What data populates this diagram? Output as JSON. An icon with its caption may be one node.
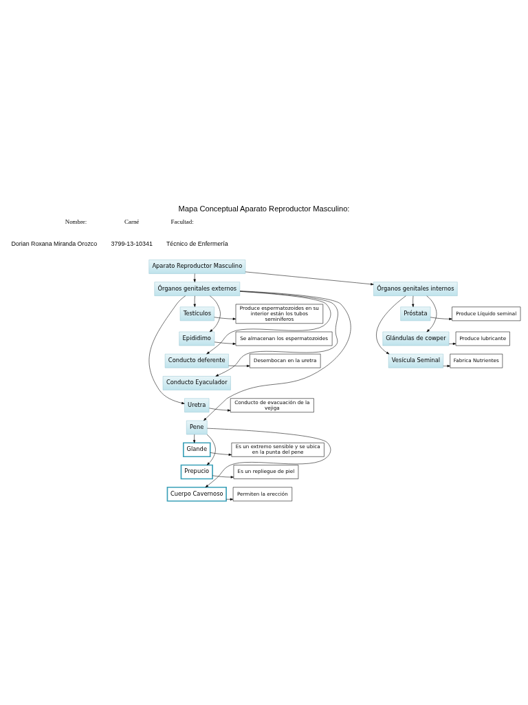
{
  "diagram": {
    "title": "Mapa Conceptual Aparato Reproductor Masculino:",
    "nodes": [
      {
        "text": [
          "Aparato Reproductor Masculino"
        ]
      },
      {
        "text": [
          "Órganos genitales externos"
        ]
      },
      {
        "text": [
          "Órganos genitales internos"
        ]
      },
      {
        "text": [
          "Testículos"
        ]
      },
      {
        "text": [
          "Produce espermatozoides en su interior están los tubos seminíferos"
        ]
      },
      {
        "text": [
          "Epididimo"
        ]
      },
      {
        "text": [
          "Se almacenan los espermatozoides"
        ]
      },
      {
        "text": [
          "Conducto deferente"
        ]
      },
      {
        "text": [
          "Desembocan en la uretra"
        ]
      },
      {
        "text": [
          "Conducto Eyaculador"
        ]
      },
      {
        "text": [
          "Uretra"
        ]
      },
      {
        "text": [
          "Conducto de evacuación de la vejiga"
        ]
      },
      {
        "text": [
          "Pene"
        ]
      },
      {
        "text": [
          "Glande"
        ]
      },
      {
        "text": [
          "Es un extremo sensible y se ubica en la punta del pene"
        ]
      },
      {
        "text": [
          "Prepucio"
        ]
      },
      {
        "text": [
          "Es un repliegue de piel"
        ]
      },
      {
        "text": [
          "Cuerpo Cavernoso"
        ]
      },
      {
        "text": [
          "Permiten la erección"
        ]
      },
      {
        "text": [
          "Próstata"
        ]
      },
      {
        "text": [
          "Produce Líquido seminal"
        ]
      },
      {
        "text": [
          "Glándulas de cowper"
        ]
      },
      {
        "text": [
          "Produce lubricante"
        ]
      },
      {
        "text": [
          "Vesícula Seminal"
        ]
      },
      {
        "text": [
          "Fabrica Nutrientes"
        ]
      }
    ],
    "edges": [
      {
        "from": 0,
        "to": 1,
        "arrow": "to"
      },
      {
        "from": 0,
        "to": 2,
        "arrow": "to"
      },
      {
        "from": 1,
        "to": 3,
        "arrow": "to"
      },
      {
        "from": 3,
        "to": 4,
        "arrow": "to"
      },
      {
        "from": 1,
        "to": 5,
        "arrow": "to"
      },
      {
        "from": 5,
        "to": 6,
        "arrow": "to"
      },
      {
        "from": 1,
        "to": 7,
        "arrow": "to"
      },
      {
        "from": 7,
        "to": 8,
        "arrow": "to"
      },
      {
        "from": 1,
        "to": 9,
        "arrow": "to"
      },
      {
        "from": 1,
        "to": 10,
        "arrow": "to"
      },
      {
        "from": 10,
        "to": 11,
        "arrow": "to"
      },
      {
        "from": 1,
        "to": 12,
        "arrow": "to"
      },
      {
        "from": 12,
        "to": 13,
        "arrow": "to"
      },
      {
        "from": 13,
        "to": 14,
        "arrow": "to"
      },
      {
        "from": 12,
        "to": 15,
        "arrow": "to"
      },
      {
        "from": 15,
        "to": 16,
        "arrow": "to"
      },
      {
        "from": 12,
        "to": 17,
        "arrow": "to"
      },
      {
        "from": 17,
        "to": 18,
        "arrow": "to"
      },
      {
        "from": 2,
        "to": 19,
        "arrow": "to"
      },
      {
        "from": 19,
        "to": 20,
        "arrow": "to"
      },
      {
        "from": 2,
        "to": 21,
        "arrow": "to"
      },
      {
        "from": 21,
        "to": 22,
        "arrow": "to"
      },
      {
        "from": 2,
        "to": 23,
        "arrow": "to"
      },
      {
        "from": 23,
        "to": 24,
        "arrow": "to"
      }
    ],
    "labels": [
      "Nombre:",
      "Carné",
      "Facultad:",
      "Dorian Roxana Miranda Orozco",
      "3799-13-10341",
      "Técnico de Enfermería"
    ]
  }
}
